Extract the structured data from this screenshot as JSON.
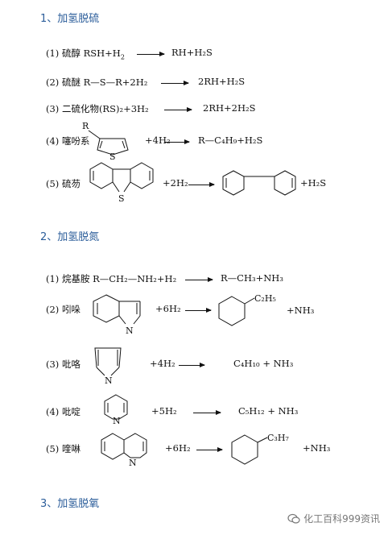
{
  "sections": [
    {
      "heading": "1、加氢脱硫"
    },
    {
      "heading": "2、加氢脱氮"
    },
    {
      "heading": "3、加氢脱氧"
    }
  ],
  "hds": [
    {
      "label": "(1) 硫醇 RSH+H",
      "sub": "2",
      "product": "RH+H₂S"
    },
    {
      "label": "(2) 硫醚 R—S—R+2H₂",
      "product": "2RH+H₂S"
    },
    {
      "label": "(3) 二硫化物(RS)₂+3H₂",
      "product": "2RH+2H₂S"
    },
    {
      "label": "(4) 噻吩系",
      "reagent": "+4H₂",
      "product": "R—C₄H₉+H₂S",
      "ring_atom": "S",
      "substituent": "R"
    },
    {
      "label": "(5) 硫芴",
      "reagent": "+2H₂",
      "product": "+H₂S",
      "ring_atom": "S"
    }
  ],
  "hdn": [
    {
      "label": "(1) 烷基胺 R—CH₂—NH₂+H₂",
      "product": "R—CH₃+NH₃"
    },
    {
      "label": "(2) 吲哚",
      "reagent": "+6H₂",
      "product_group": "C₂H₅",
      "product_tail": "+NH₃",
      "ring_atom": "N"
    },
    {
      "label": "(3) 吡咯",
      "reagent": "+4H₂",
      "product": "C₄H₁₀  +  NH₃",
      "ring_atom": "N"
    },
    {
      "label": "(4) 吡啶",
      "reagent": "+5H₂",
      "product": "C₅H₁₂  +  NH₃",
      "ring_atom": "N"
    },
    {
      "label": "(5) 喹啉",
      "reagent": "+6H₂",
      "product_group": "C₃H₇",
      "product_tail": "+NH₃",
      "ring_atom": "N"
    }
  ],
  "watermark": "化工百科999资讯"
}
